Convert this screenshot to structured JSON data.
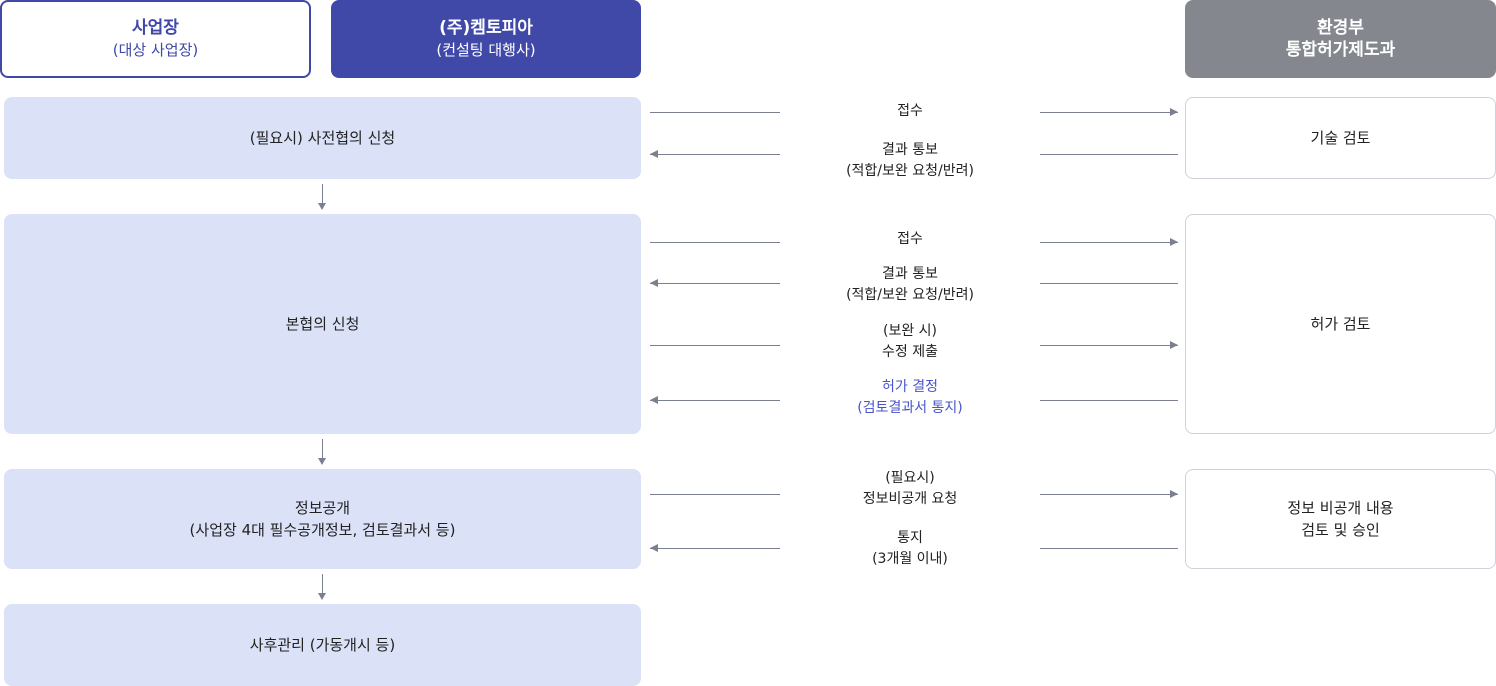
{
  "headers": {
    "site": {
      "title": "사업장",
      "sub": "(대상 사업장)"
    },
    "consult": {
      "title": "(주)켐토피아",
      "sub": "(컨설팅 대행사)"
    },
    "moe": {
      "line1": "환경부",
      "line2": "통합허가제도과"
    }
  },
  "steps": {
    "pre": "(필요시) 사전협의 신청",
    "main": "본협의 신청",
    "disclosure": {
      "line1": "정보공개",
      "line2": "(사업장 4대 필수공개정보, 검토결과서 등)"
    },
    "after": "사후관리 (가동개시 등)"
  },
  "reviews": {
    "tech": "기술 검토",
    "permit": "허가 검토",
    "nondisclosure": {
      "line1": "정보 비공개 내용",
      "line2": "검토 및 승인"
    }
  },
  "arrows": {
    "pre_receipt": "접수",
    "pre_result": {
      "line1": "결과 통보",
      "line2": "(적합/보완 요청/반려)"
    },
    "main_receipt": "접수",
    "main_result": {
      "line1": "결과 통보",
      "line2": "(적합/보완 요청/반려)"
    },
    "main_revise": {
      "line1": "(보완 시)",
      "line2": "수정 제출"
    },
    "main_decision": {
      "line1": "허가 결정",
      "line2": "(검토결과서 통지)"
    },
    "disc_request": {
      "line1": "(필요시)",
      "line2": "정보비공개 요청"
    },
    "disc_notice": {
      "line1": "통지",
      "line2": "(3개월 이내)"
    }
  },
  "colors": {
    "accent": "#4048a8",
    "step_bg": "#dbe2f8",
    "moe_bg": "#85878f",
    "decision_text": "#4a55c8",
    "arrow": "#7b8090"
  }
}
